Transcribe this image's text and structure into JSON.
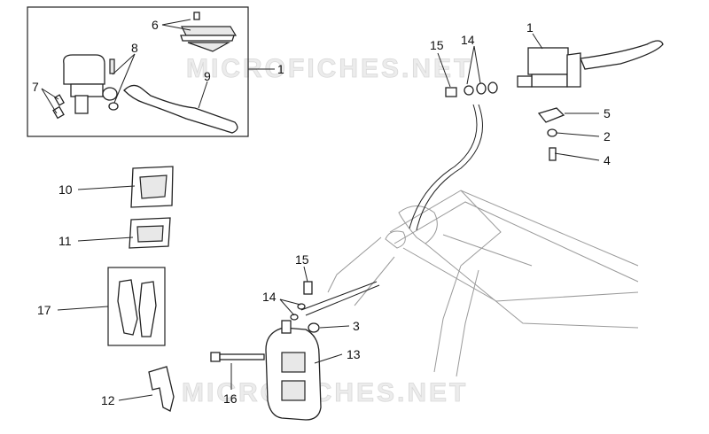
{
  "watermarks": [
    "MICROFICHES.NET",
    "MICROFICHES.NET"
  ],
  "callouts": {
    "c1a": "1",
    "c1b": "1",
    "c2": "2",
    "c3": "3",
    "c4": "4",
    "c5": "5",
    "c6": "6",
    "c7": "7",
    "c8": "8",
    "c9": "9",
    "c10": "10",
    "c11": "11",
    "c12": "12",
    "c13": "13",
    "c14a": "14",
    "c14b": "14",
    "c15a": "15",
    "c15b": "15",
    "c16": "16",
    "c17": "17"
  }
}
